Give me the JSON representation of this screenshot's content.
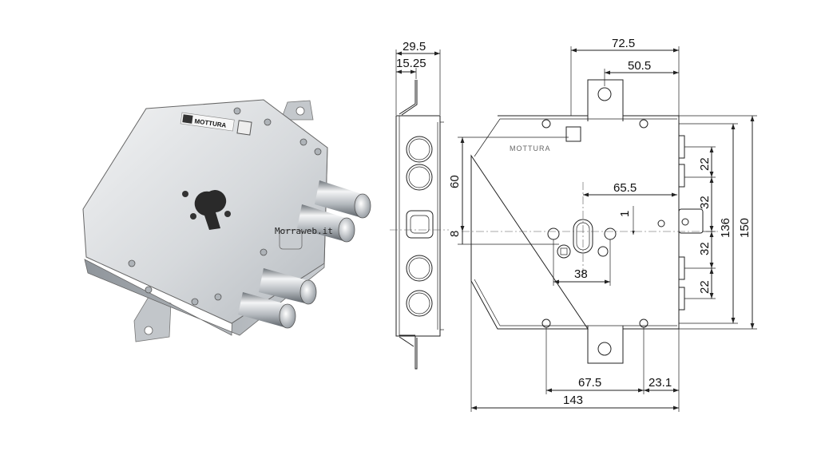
{
  "photo": {
    "brand_plate": "MOTTURA",
    "watermark": "Morraweb.it"
  },
  "side_view": {
    "dimensions": {
      "overall_width": "29.5",
      "plate_offset": "15.25"
    }
  },
  "front_view": {
    "brand_label": "MOTTURA",
    "dimensions": {
      "top_overall": "72.5",
      "top_tab_offset": "50.5",
      "left_upper": "60",
      "left_lower": "8",
      "backset": "65.5",
      "cylinder_offset": "1",
      "cylinder_spacing": "38",
      "right_bolt_upper": "22",
      "right_center_upper": "32",
      "right_center_lower": "32",
      "right_bolt_lower": "22",
      "height_inner": "136",
      "height_overall": "150",
      "bottom_offset": "67.5",
      "bottom_right": "23.1",
      "bottom_overall": "143"
    }
  },
  "colors": {
    "line": "#222222",
    "metal_light": "#e6e8ea",
    "metal_dark": "#9aa0a6",
    "background": "#ffffff"
  }
}
